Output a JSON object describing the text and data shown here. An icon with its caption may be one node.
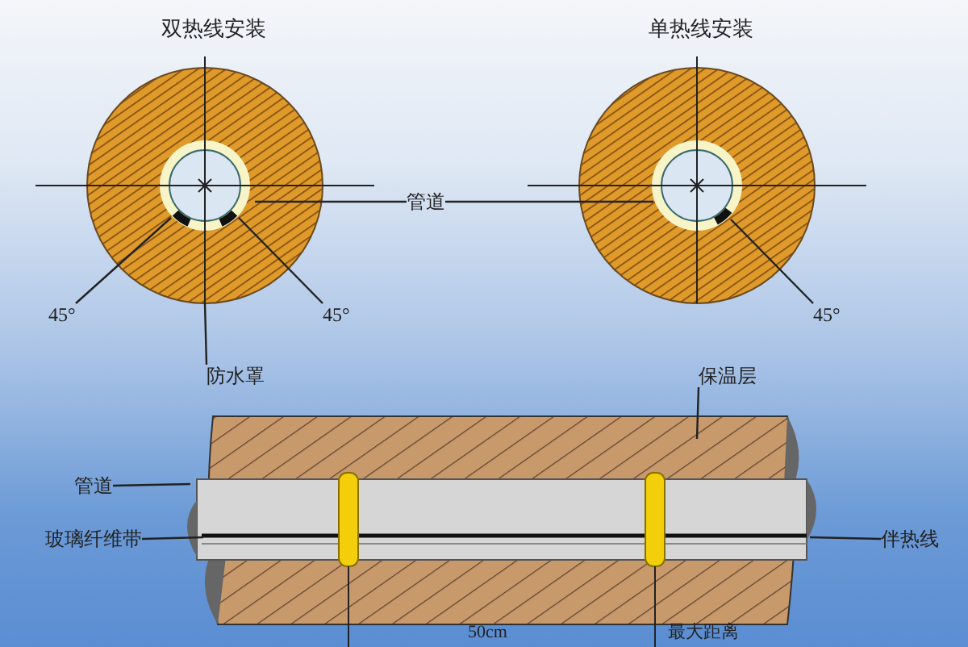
{
  "diagram": {
    "nodes": [
      {
        "text": [
          "管道"
        ]
      },
      {
        "text": [
          "45°"
        ]
      },
      {
        "text": [
          "45°"
        ]
      },
      {
        "text": [
          "防水罩"
        ]
      },
      {
        "text": [
          "45°"
        ]
      },
      {
        "text": [
          "保温层"
        ]
      },
      {
        "text": [
          "管道"
        ]
      },
      {
        "text": [
          "玻璃纤维带"
        ]
      },
      {
        "text": [
          "伴热线"
        ]
      }
    ],
    "edges": [
      {
        "from": 0,
        "to": null,
        "arrow": "none"
      },
      {
        "from": 0,
        "to": null,
        "arrow": "none"
      },
      {
        "from": 1,
        "to": null,
        "arrow": "none"
      },
      {
        "from": 2,
        "to": null,
        "arrow": "none"
      },
      {
        "from": 3,
        "to": null,
        "arrow": "none"
      },
      {
        "from": 4,
        "to": null,
        "arrow": "none"
      },
      {
        "from": 5,
        "to": null,
        "arrow": "none"
      },
      {
        "from": 6,
        "to": null,
        "arrow": "none"
      },
      {
        "from": 7,
        "to": null,
        "arrow": "none"
      },
      {
        "from": 8,
        "to": null,
        "arrow": "none"
      }
    ],
    "labels": [
      "双热线安装",
      "单热线安装",
      "50cm",
      "最大距离"
    ]
  }
}
